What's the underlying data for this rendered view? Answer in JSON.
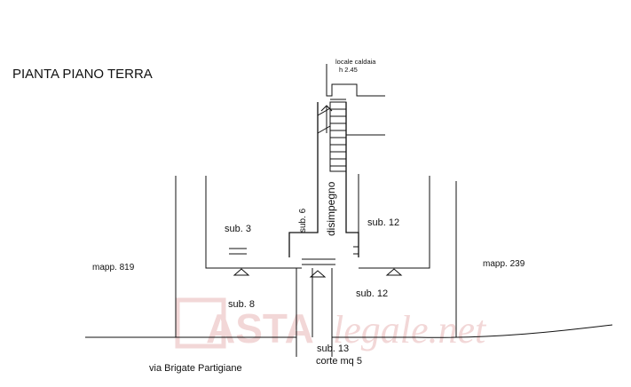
{
  "title": "PIANTA PIANO TERRA",
  "boiler_room": {
    "label": "locale caldaia",
    "height": "h 2.45"
  },
  "corridor": {
    "name": "disimpegno",
    "sub": "sub. 6"
  },
  "units": {
    "sub3": "sub. 3",
    "sub12_top": "sub. 12",
    "sub8": "sub. 8",
    "sub12_bottom": "sub. 12",
    "sub13": "sub. 13",
    "courtyard": "corte mq 5"
  },
  "parcels": {
    "left": "mapp. 819",
    "right": "mapp. 239"
  },
  "street": "via Brigate Partigiane",
  "watermark": {
    "asta": "ASTA",
    "legale": "legale.net",
    "color": "#e8b8b8"
  }
}
